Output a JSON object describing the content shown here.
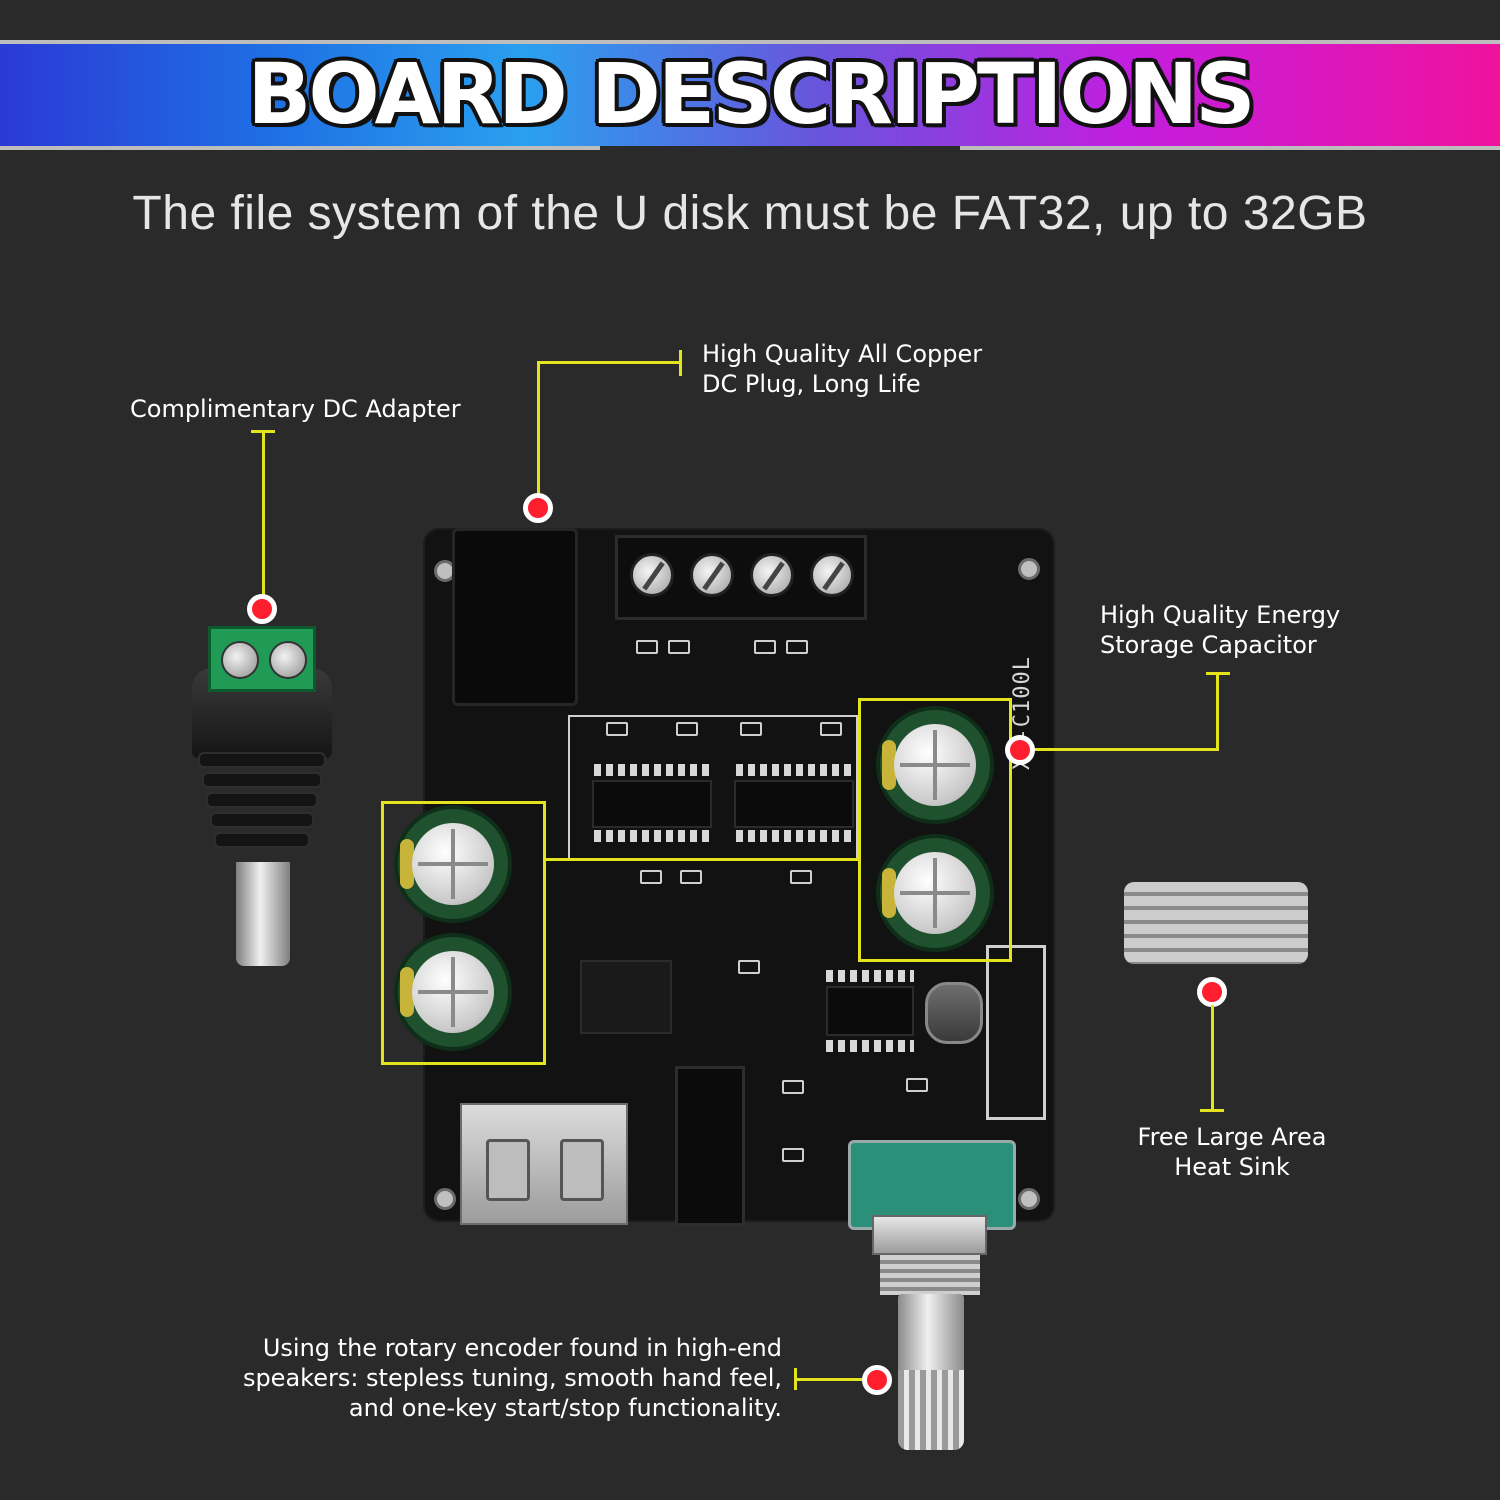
{
  "header": {
    "title": "BOARD DESCRIPTIONS",
    "subtitle": "The file system of the U disk must be FAT32, up to 32GB"
  },
  "callouts": {
    "dc_adapter": [
      "Complimentary DC Adapter"
    ],
    "dc_plug": [
      "High Quality All Copper",
      "DC Plug, Long Life"
    ],
    "capacitor": [
      "High Quality Energy",
      "Storage Capacitor"
    ],
    "heat_sink": [
      "Free Large Area",
      "Heat Sink"
    ],
    "encoder": [
      "Using the rotary encoder found in high-end",
      "speakers: stepless tuning, smooth hand feel,",
      "and one-key start/stop functionality."
    ]
  },
  "board": {
    "model_label": "XY-C100L"
  },
  "colors": {
    "background": "#2a2a2a",
    "marker": "#ff1e2d",
    "leader_line": "#e4e41e",
    "banner_gradient": [
      "#2b3ad6",
      "#2aa0ef",
      "#c21ee0",
      "#f0129e"
    ]
  }
}
